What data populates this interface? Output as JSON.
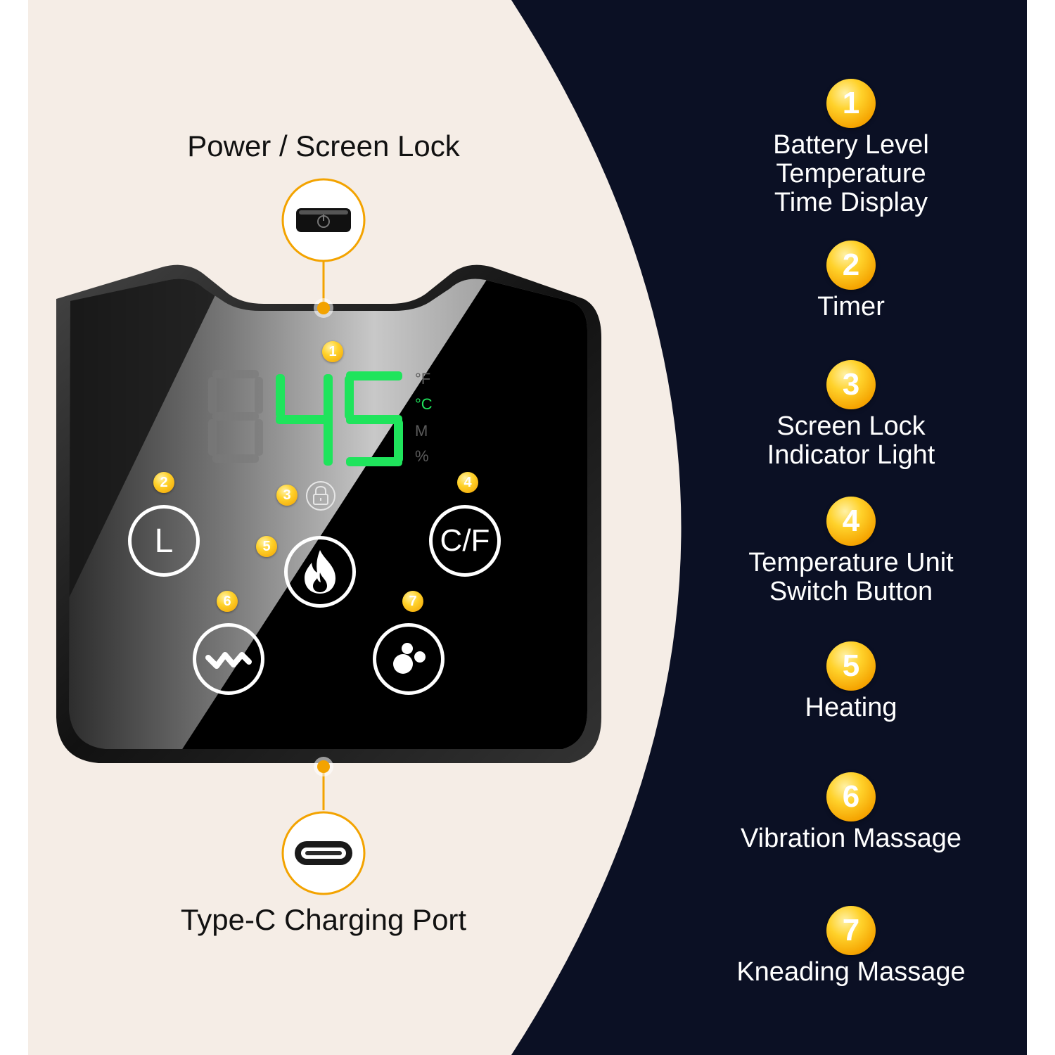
{
  "callouts": {
    "top_label": "Power / Screen Lock",
    "bottom_label": "Type-C Charging Port"
  },
  "device": {
    "display_value": "45",
    "units": [
      "°F",
      "°C",
      "M",
      "%"
    ],
    "active_unit": "°C",
    "timer_button_label": "L",
    "unit_button_label": "C/F",
    "badges": [
      "1",
      "2",
      "3",
      "4",
      "5",
      "6",
      "7"
    ]
  },
  "legend": [
    {
      "number": "1",
      "lines": [
        "Battery Level",
        "Temperature",
        "Time Display"
      ]
    },
    {
      "number": "2",
      "lines": [
        "Timer"
      ]
    },
    {
      "number": "3",
      "lines": [
        "Screen Lock",
        "Indicator Light"
      ]
    },
    {
      "number": "4",
      "lines": [
        "Temperature Unit",
        "Switch Button"
      ]
    },
    {
      "number": "5",
      "lines": [
        "Heating"
      ]
    },
    {
      "number": "6",
      "lines": [
        "Vibration Massage"
      ]
    },
    {
      "number": "7",
      "lines": [
        "Kneading Massage"
      ]
    }
  ],
  "colors": {
    "light_background": "#f5ede6",
    "dark_background": "#0b1024",
    "badge_gold": "#f5a300",
    "display_green": "#1fe45c"
  },
  "icons": [
    "power-icon",
    "usb-c-port-icon",
    "lock-icon",
    "flame-icon",
    "wave-icon",
    "kneading-dots-icon"
  ]
}
